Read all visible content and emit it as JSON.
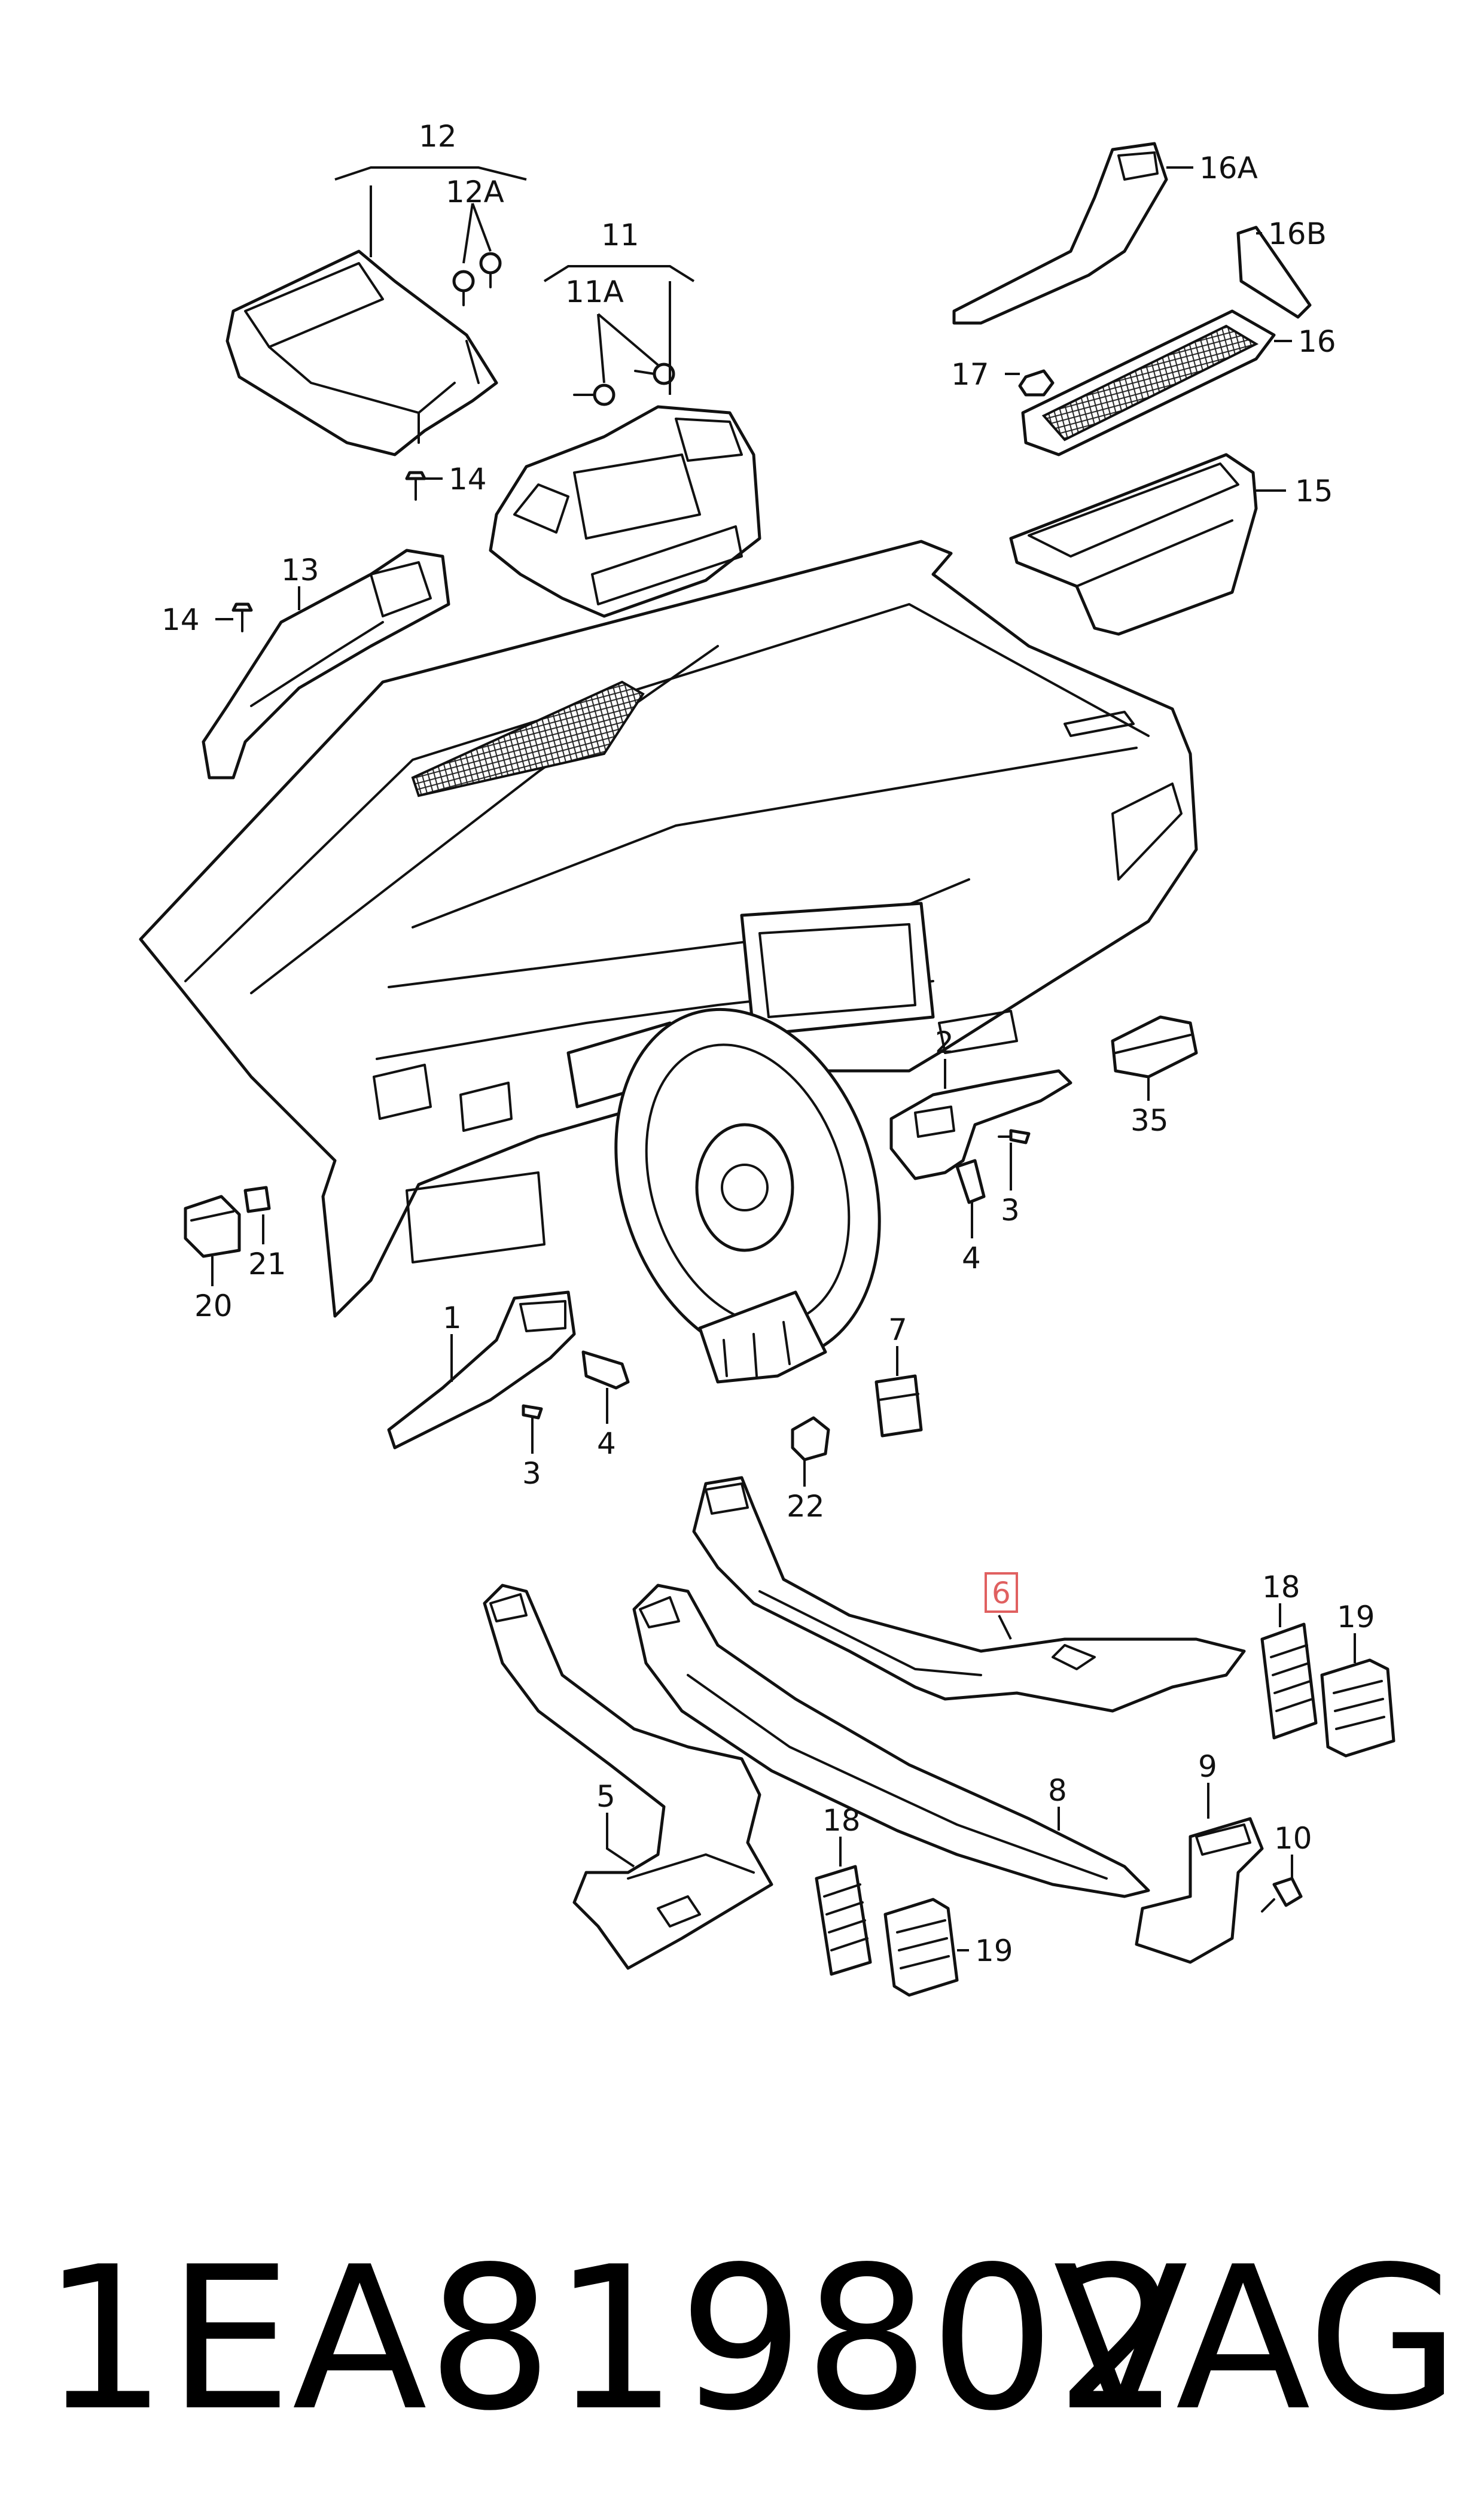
{
  "labels": {
    "l12": "12",
    "l12A": "12A",
    "l11": "11",
    "l11A": "11A",
    "l16A": "16A",
    "l16B": "16B",
    "l16": "16",
    "l17": "17",
    "l15": "15",
    "l14a": "14",
    "l14b": "14",
    "l13": "13",
    "l2": "2",
    "l3a": "3",
    "l4a": "4",
    "l35": "35",
    "l20": "20",
    "l21": "21",
    "l1": "1",
    "l3b": "3",
    "l4b": "4",
    "l7": "7",
    "l22": "22",
    "l6": "6",
    "l18a": "18",
    "l19a": "19",
    "l5": "5",
    "l8": "8",
    "l9": "9",
    "l10": "10",
    "l18b": "18",
    "l19b": "19"
  },
  "footer": {
    "part_number": "1EA819802",
    "brand": "VAG"
  },
  "colors": {
    "highlight": "#e06060",
    "line": "#111111"
  }
}
